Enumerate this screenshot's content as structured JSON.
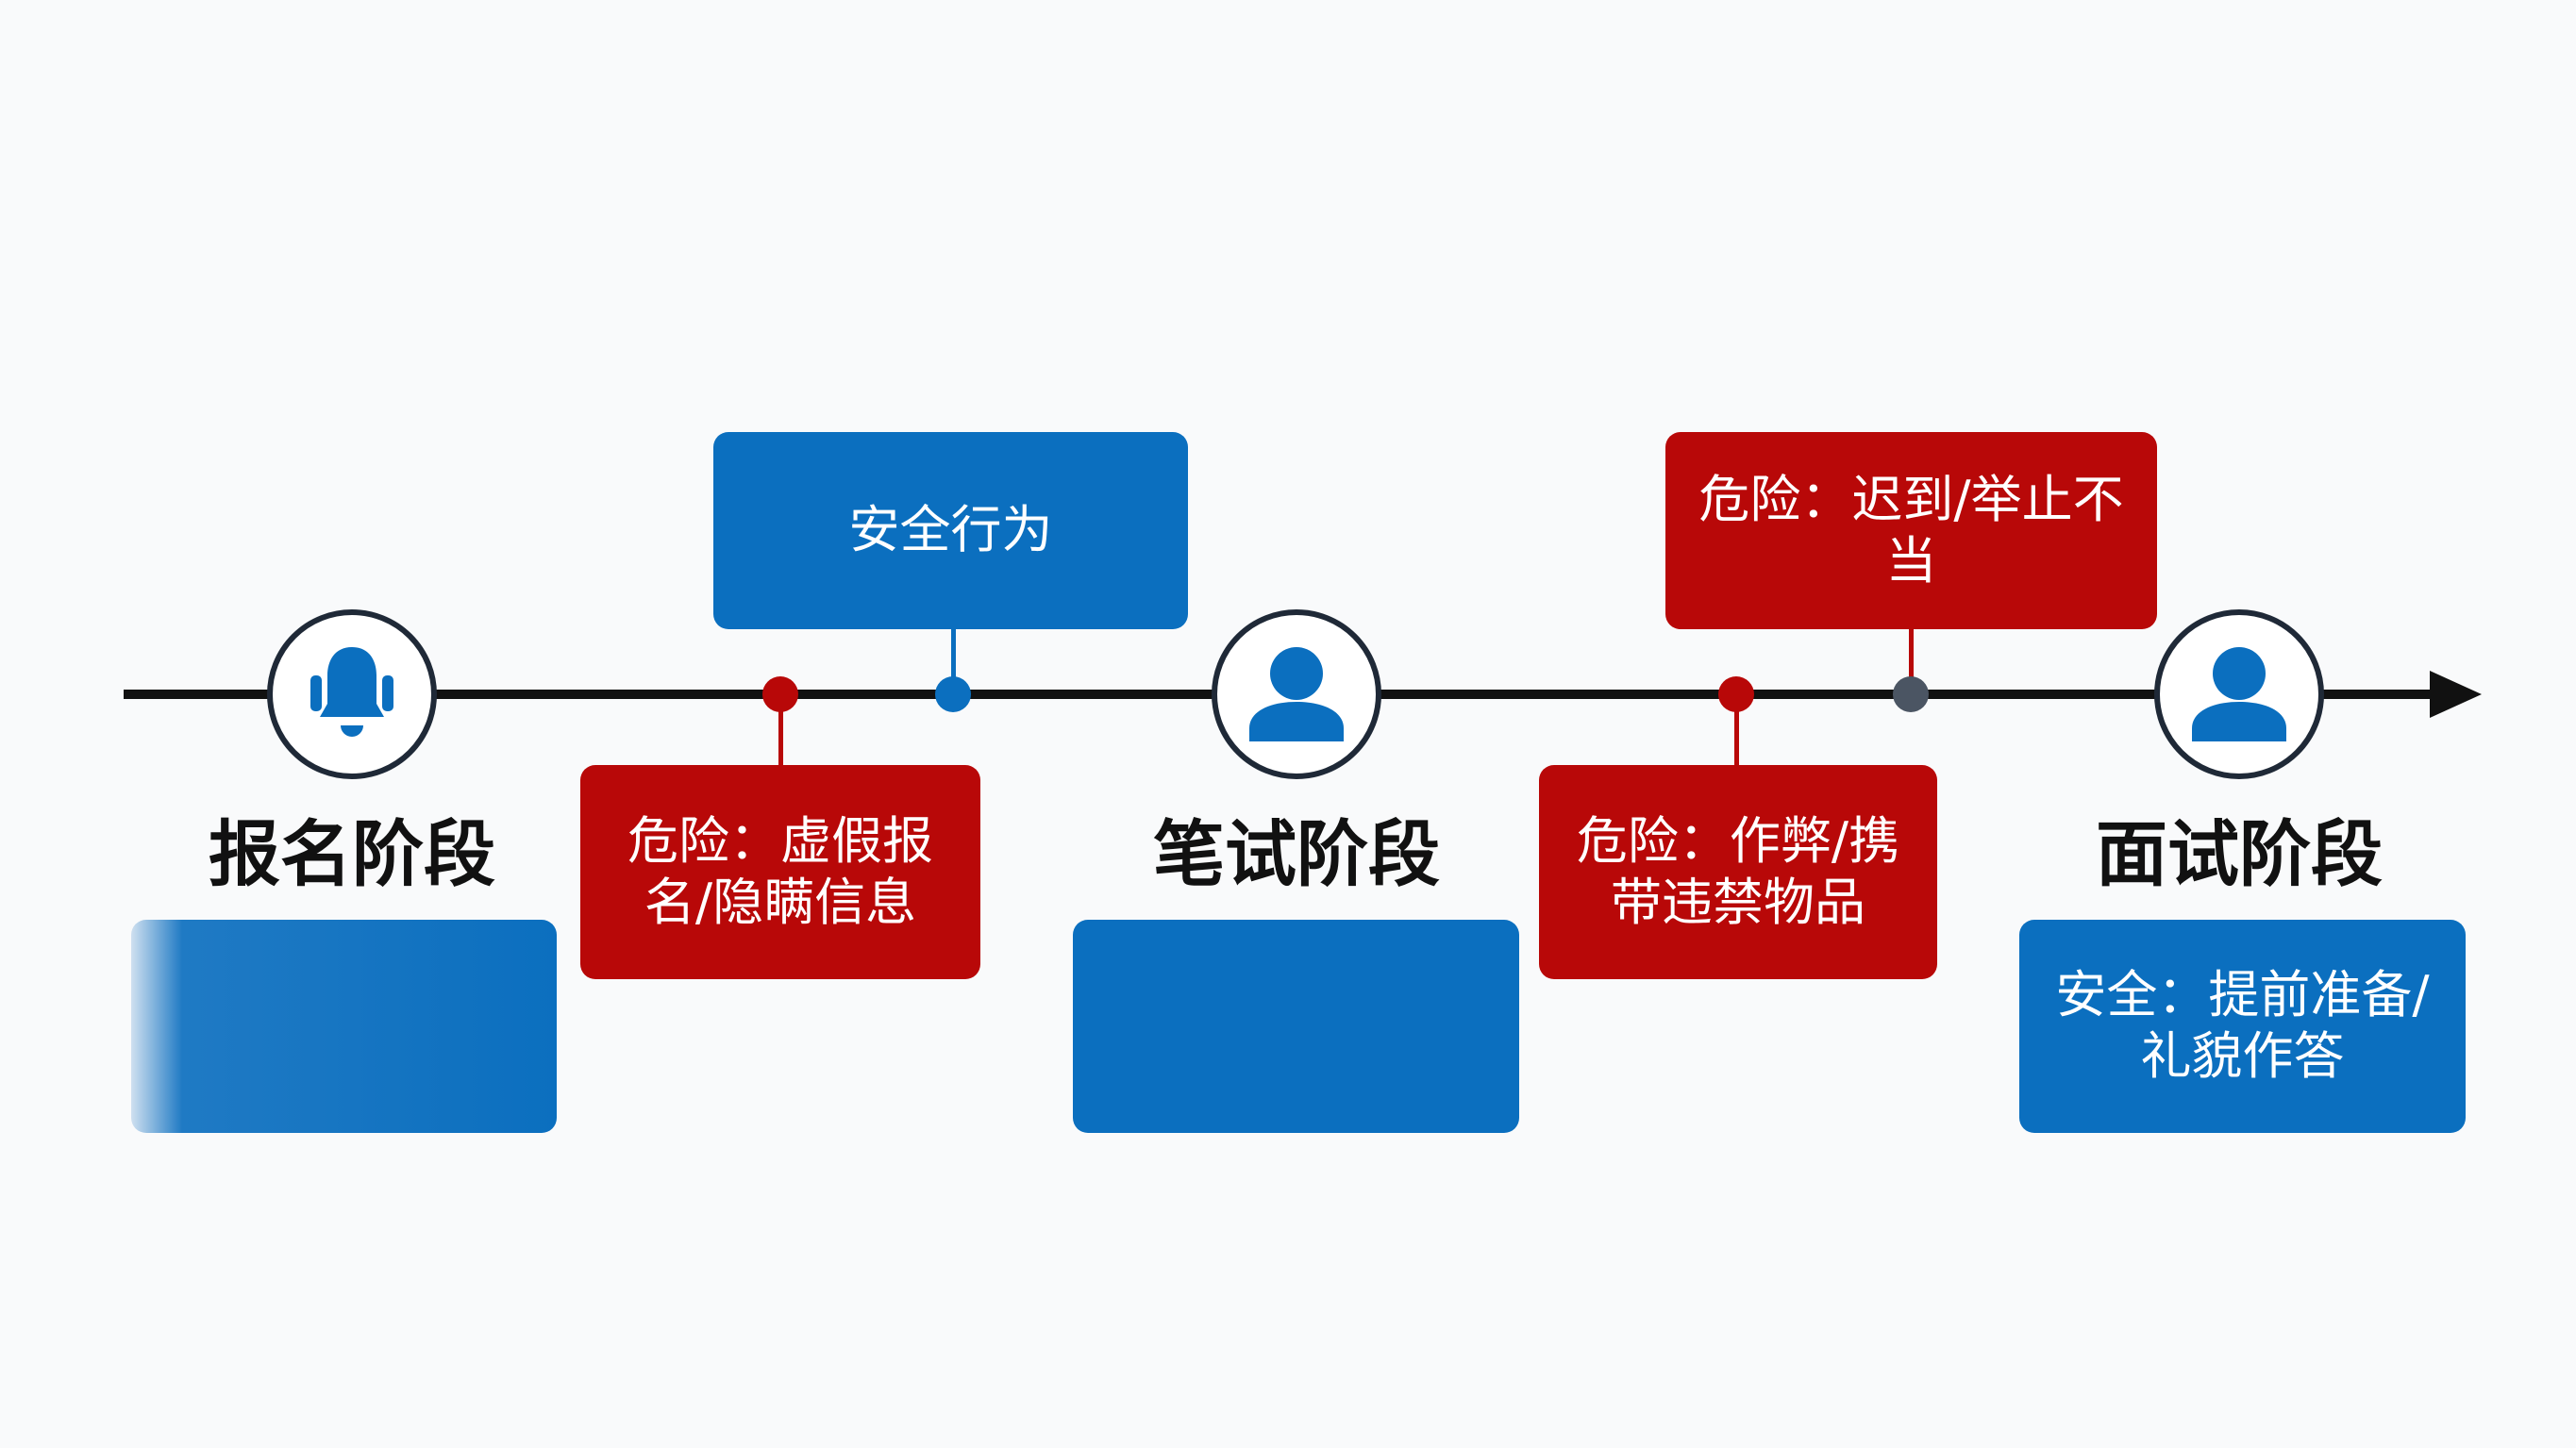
{
  "stages": [
    {
      "label": "报名阶段",
      "icon": "bell-icon"
    },
    {
      "label": "笔试阶段",
      "icon": "person-icon"
    },
    {
      "label": "面试阶段",
      "icon": "person-icon"
    }
  ],
  "callouts": {
    "safe_top": "安全行为",
    "danger_top": "危险：迟到/举止不当",
    "danger_1": "危险：虚假报名/隐瞒信息",
    "danger_2": "危险：作弊/携带违禁物品",
    "safe_3": "安全：提前准备/礼貌作答"
  },
  "colors": {
    "blue": "#0b6fbf",
    "red": "#b80808",
    "gray": "#4b5563",
    "line": "#111111"
  }
}
